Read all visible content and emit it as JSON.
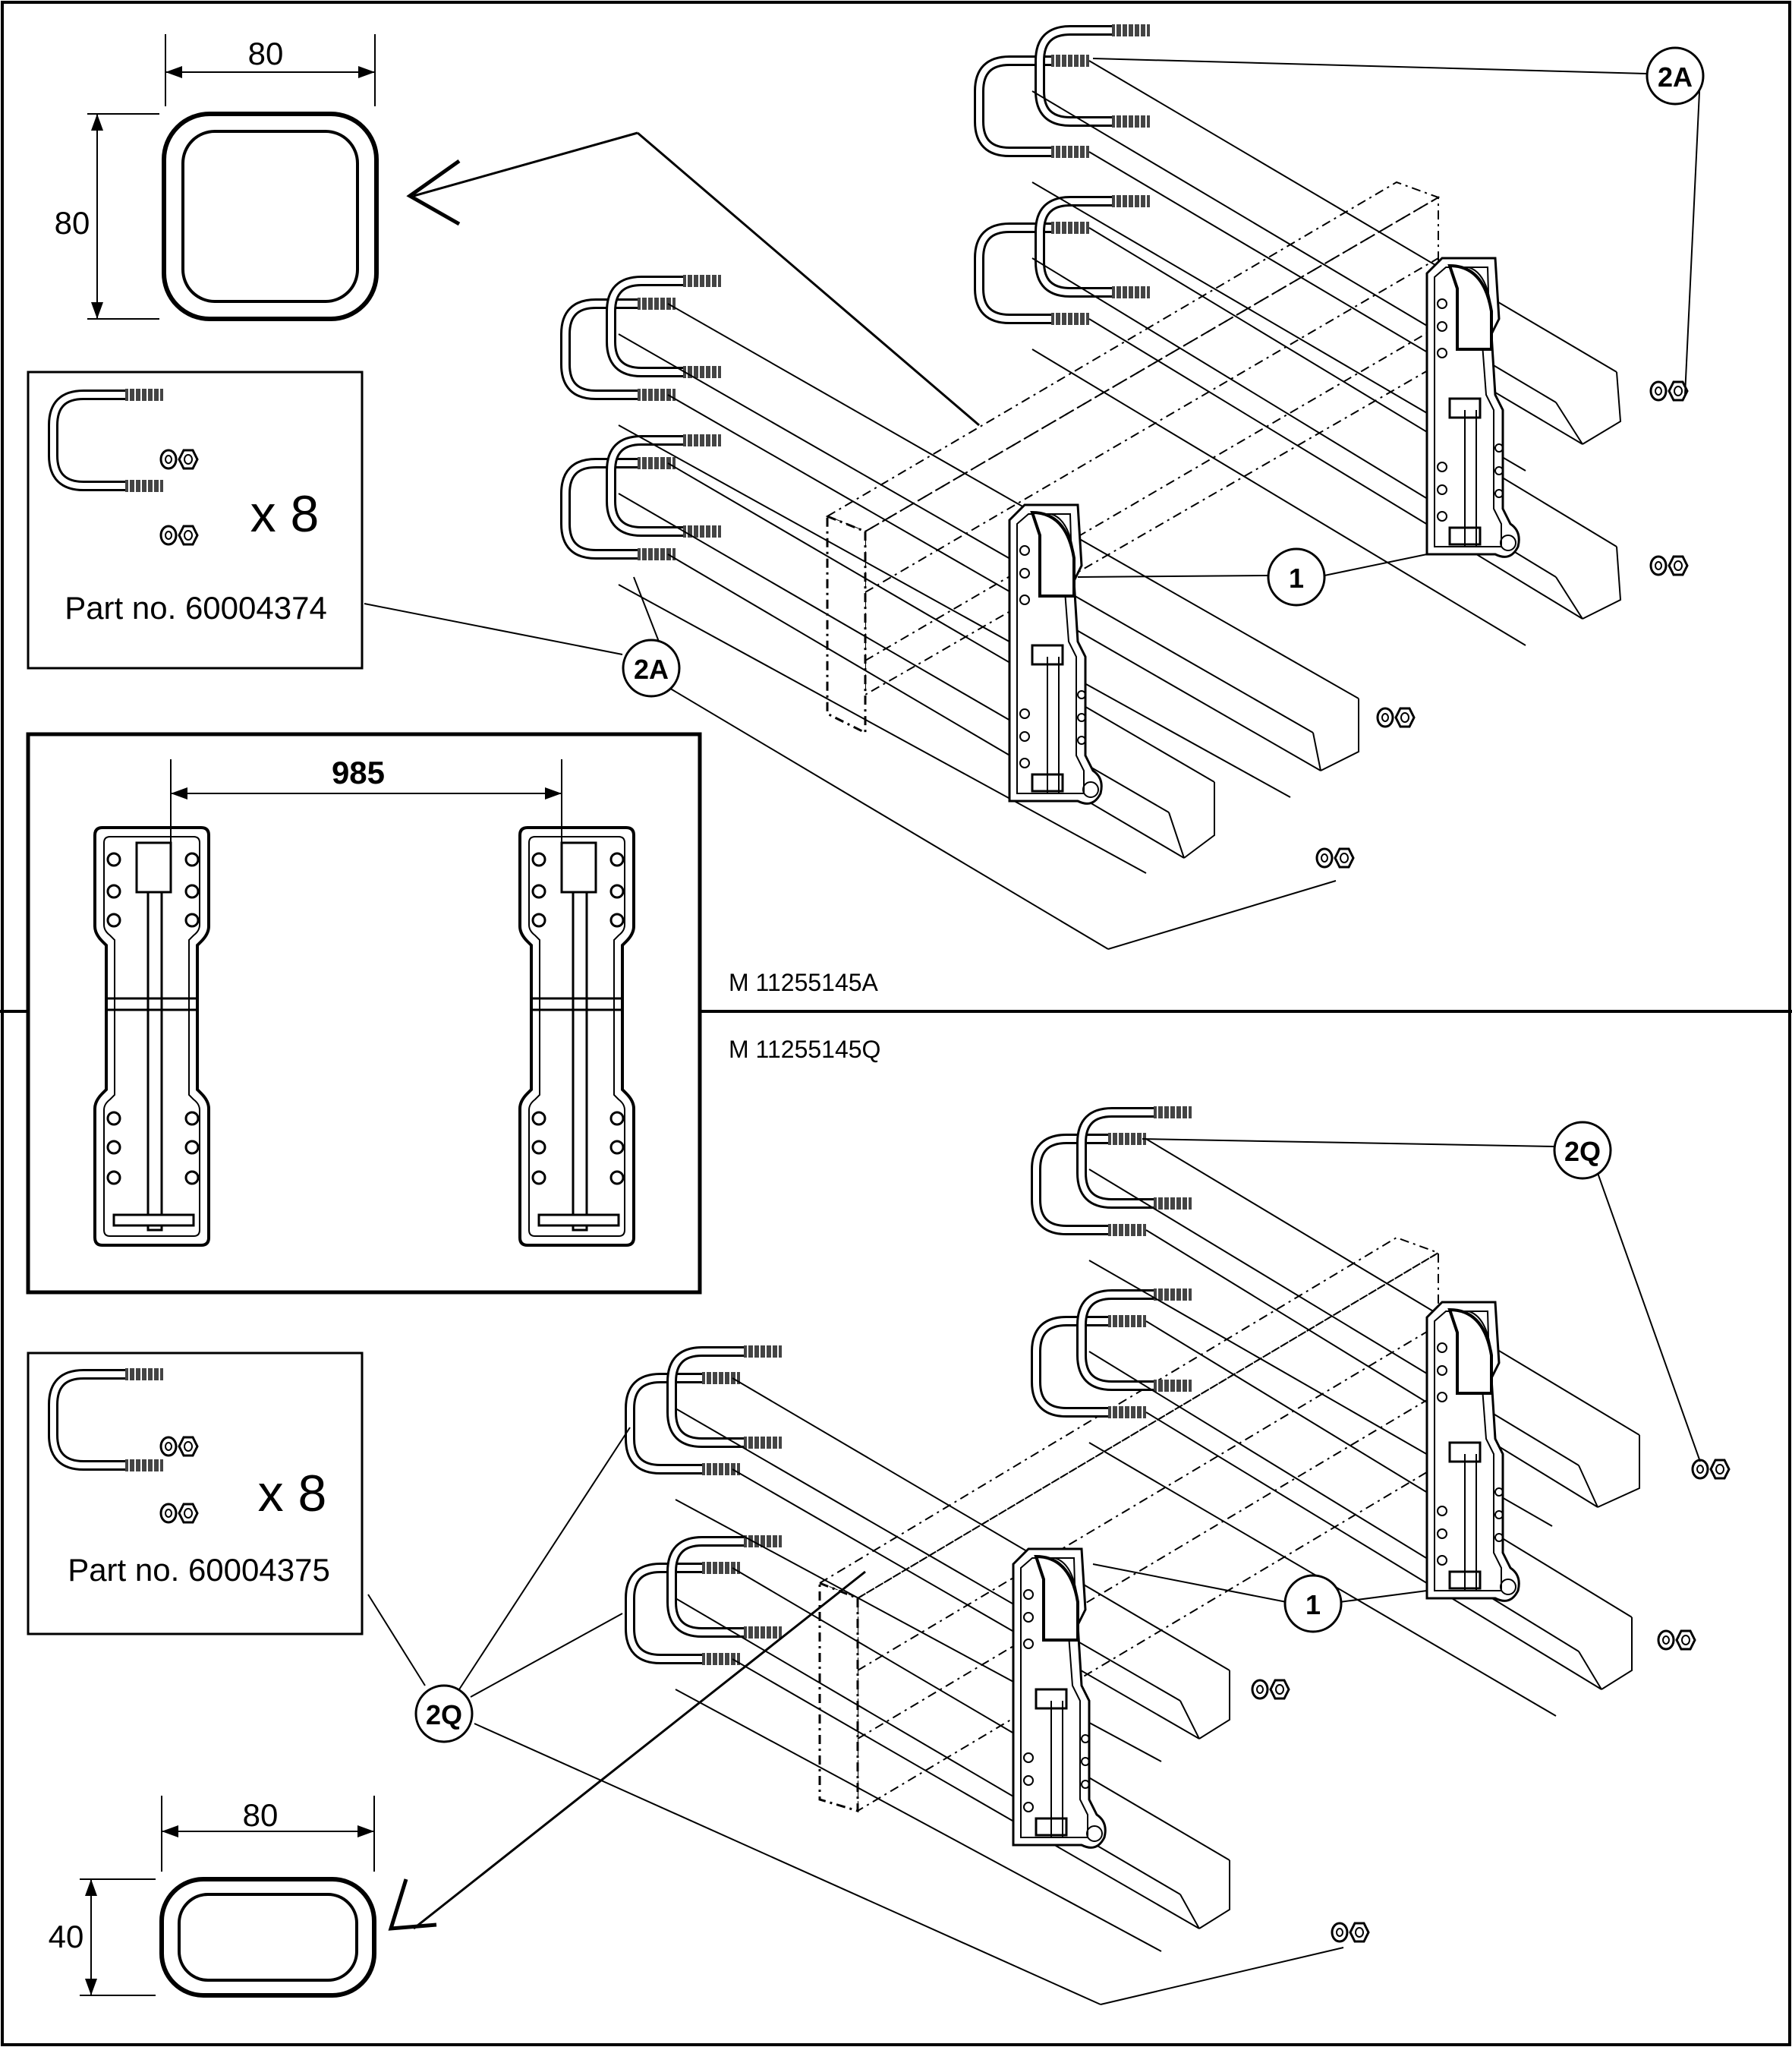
{
  "diagram": {
    "top_assembly_code": "M 11255145A",
    "bottom_assembly_code": "M 11255145Q",
    "top_profile": {
      "width": "80",
      "height": "80"
    },
    "bottom_profile": {
      "width": "80",
      "height": "40"
    },
    "top_kit": {
      "quantity": "x 8",
      "part_no": "Part no. 60004374"
    },
    "bottom_kit": {
      "quantity": "x 8",
      "part_no": "Part no. 60004375"
    },
    "plate_spacing": "985",
    "callouts": {
      "bracket": "1",
      "bolt_top": "2A",
      "bolt_bottom": "2Q"
    }
  }
}
